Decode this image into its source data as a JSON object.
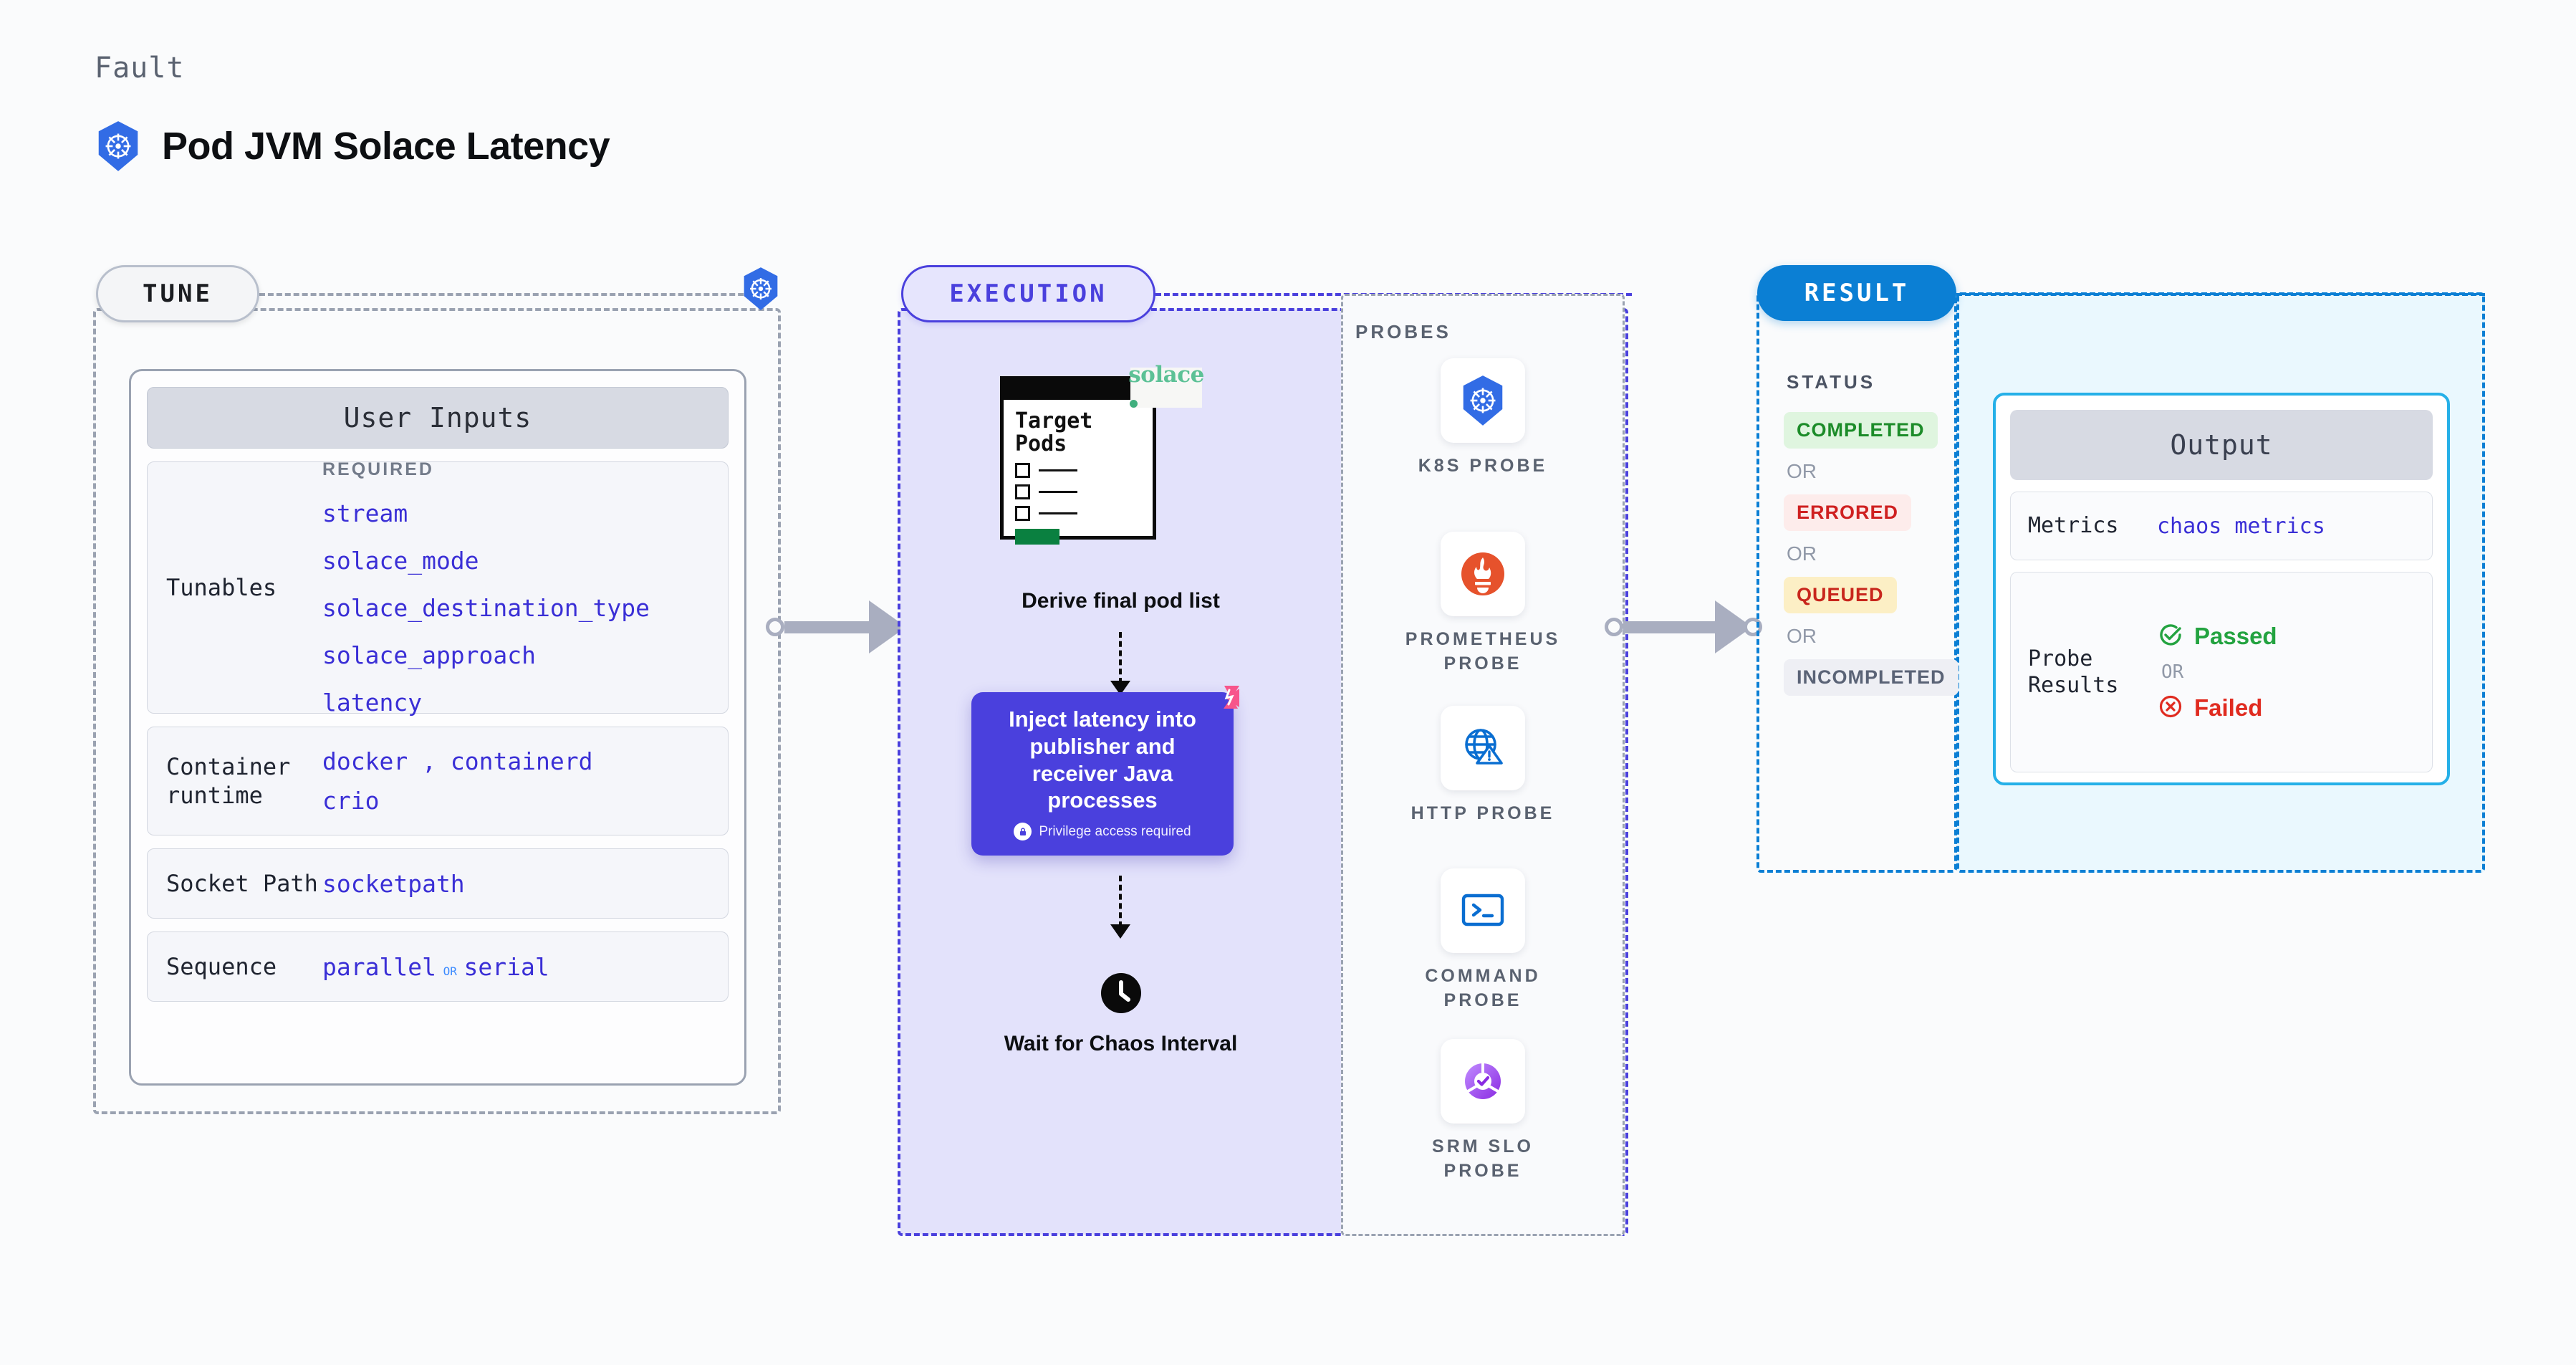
{
  "header": {
    "eyebrow": "Fault",
    "title": "Pod JVM Solace Latency",
    "icon": "kubernetes-icon"
  },
  "tune": {
    "pill_label": "TUNE",
    "badge_icon": "kubernetes-icon",
    "card_title": "User Inputs",
    "rows": [
      {
        "label": "Tunables",
        "required_label": "REQUIRED",
        "values": [
          "stream",
          "solace_mode",
          "solace_destination_type",
          "solace_approach",
          "latency"
        ]
      },
      {
        "label": "Container runtime",
        "values_line1": [
          "docker",
          "containerd"
        ],
        "separator": ",",
        "values_line2": [
          "crio"
        ]
      },
      {
        "label": "Socket Path",
        "value": "socketpath"
      },
      {
        "label": "Sequence",
        "value_a": "parallel",
        "keyword": "OR",
        "value_b": "serial"
      }
    ]
  },
  "execution": {
    "pill_label": "EXECUTION",
    "steps": [
      {
        "name": "derive-pod-list",
        "card_title": "Target\nPods",
        "brand_badge": "solace",
        "caption": "Derive final pod list"
      },
      {
        "name": "inject-latency",
        "title": "Inject latency into publisher and receiver Java processes",
        "privilege_note": "Privilege access required",
        "privilege_icon": "lock-icon",
        "corner_icon": "litmus-chaos-icon"
      },
      {
        "name": "wait-chaos-interval",
        "icon": "clock-icon",
        "caption": "Wait for Chaos Interval"
      }
    ],
    "probes": {
      "title": "PROBES",
      "items": [
        {
          "label": "K8S PROBE",
          "icon": "kubernetes-icon"
        },
        {
          "label": "PROMETHEUS\nPROBE",
          "icon": "prometheus-icon"
        },
        {
          "label": "HTTP PROBE",
          "icon": "http-globe-warning-icon"
        },
        {
          "label": "COMMAND\nPROBE",
          "icon": "terminal-icon"
        },
        {
          "label": "SRM SLO\nPROBE",
          "icon": "srm-slo-donut-icon"
        }
      ]
    }
  },
  "result": {
    "pill_label": "RESULT",
    "status_title": "STATUS",
    "or_label": "OR",
    "statuses": [
      {
        "label": "COMPLETED",
        "text_color": "#1c8c29",
        "bg_color": "#dff5df"
      },
      {
        "label": "ERRORED",
        "text_color": "#cf2020",
        "bg_color": "#fdeceb"
      },
      {
        "label": "QUEUED",
        "text_color": "#c8261c",
        "bg_color": "#fcefc5"
      },
      {
        "label": "INCOMPLETED",
        "text_color": "#5a6376",
        "bg_color": "#eeeff4"
      }
    ],
    "output": {
      "header": "Output",
      "metrics_label": "Metrics",
      "metrics_value": "chaos metrics",
      "probe_results_label": "Probe Results",
      "passed_label": "Passed",
      "failed_label": "Failed",
      "or_label": "OR",
      "passed_icon": "check-circle-icon",
      "failed_icon": "x-circle-icon"
    }
  },
  "colors": {
    "brand_indigo": "#4a40dd",
    "k8s_blue": "#326ce5",
    "result_blue": "#0b7fd4",
    "output_cyan": "#25b0e8",
    "mono_blue": "#3a2fd6",
    "solace_green": "#5cc196"
  }
}
